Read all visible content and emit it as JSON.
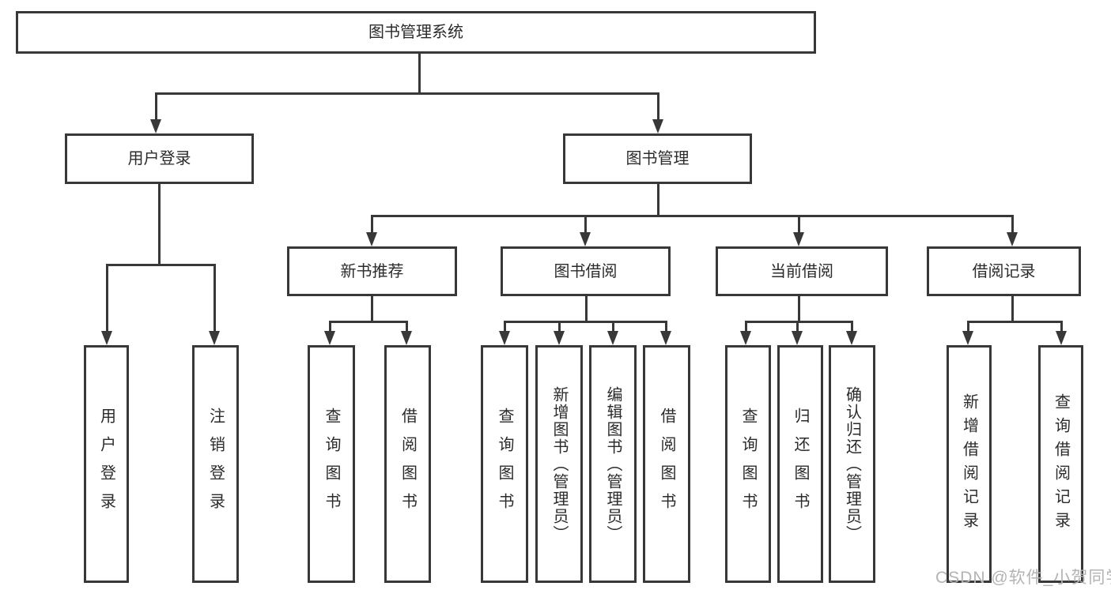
{
  "nodes": {
    "root": "图书管理系统",
    "user_login": "用户登录",
    "book_mgmt": "图书管理",
    "new_book_rec": "新书推荐",
    "book_borrow": "图书借阅",
    "current_borrow": "当前借阅",
    "borrow_record": "借阅记录",
    "leaf_user_login": "用户登录",
    "leaf_logout": "注销登录",
    "leaf_nbr_query": "查询图书",
    "leaf_nbr_borrow": "借阅图书",
    "leaf_bb_query": "查询图书",
    "leaf_bb_add": "新增图书（管理员）",
    "leaf_bb_edit": "编辑图书（管理员）",
    "leaf_bb_borrow": "借阅图书",
    "leaf_cb_query": "查询图书",
    "leaf_cb_return": "归还图书",
    "leaf_cb_confirm": "确认归还（管理员）",
    "leaf_br_add": "新增借阅记录",
    "leaf_br_query": "查询借阅记录"
  },
  "watermark": "CSDN @软件_小贺同学",
  "colors": {
    "line": "#383838",
    "box_bg": "#ffffff",
    "text": "#2b2b2b",
    "watermark": "#b3b3b3",
    "background": "#ffffff"
  }
}
